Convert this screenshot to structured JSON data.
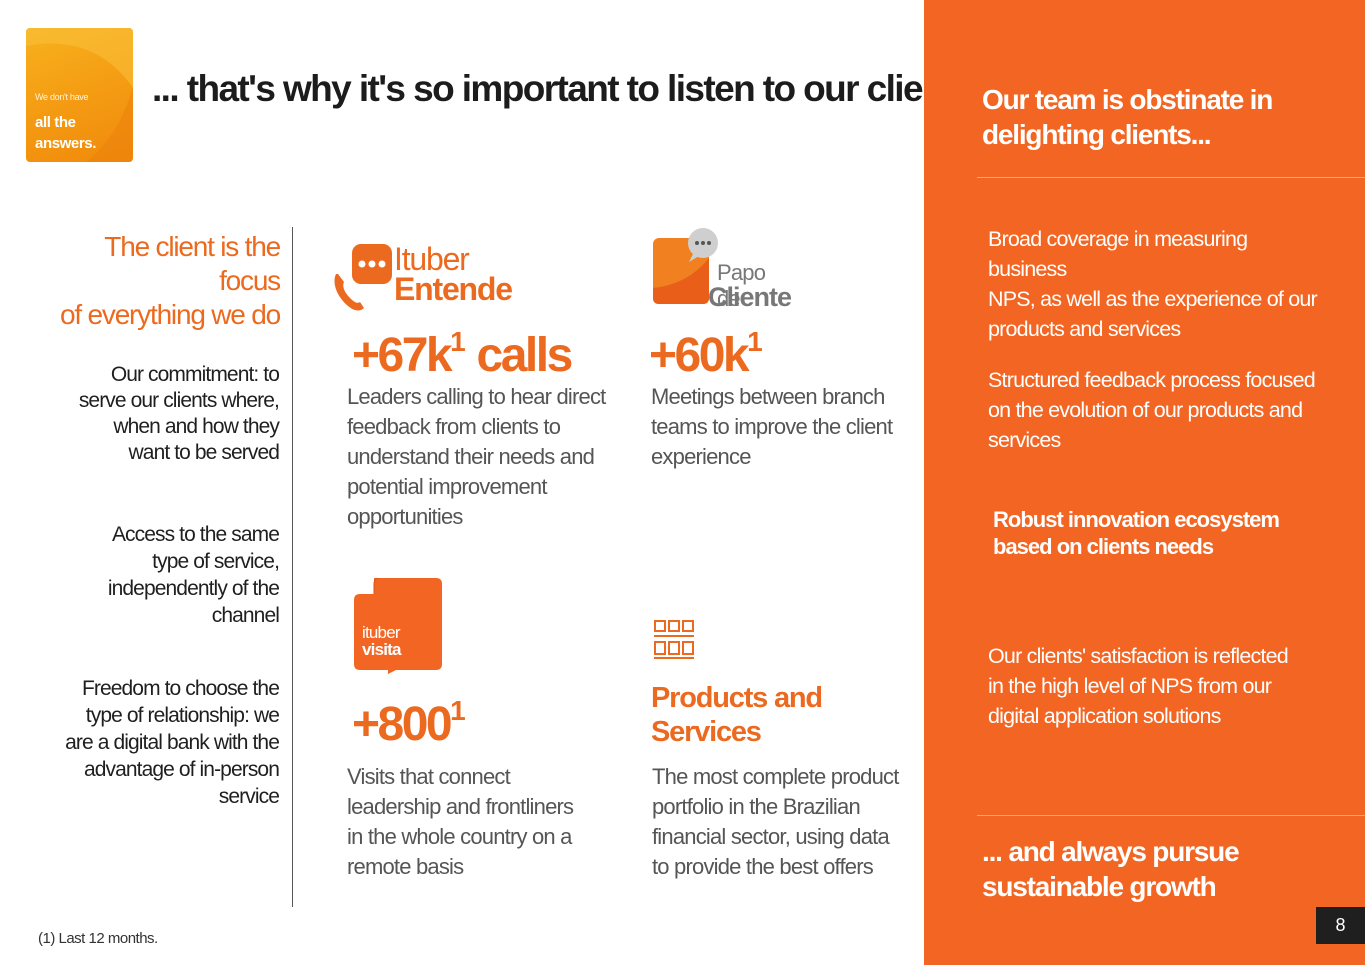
{
  "logo": {
    "small_text": "We don't have",
    "big_line1": "all the",
    "big_line2": "answers."
  },
  "headline": "... that's why it's so important to listen to our clients",
  "left": {
    "focus_line1": "The client is the focus",
    "focus_line2": "of everything we do",
    "commitment": [
      "Our commitment: to",
      "serve our clients where,",
      "when and how they",
      "want to be served"
    ],
    "access": [
      "Access to the same",
      "type of service,",
      "independently of the",
      "channel"
    ],
    "freedom": [
      "Freedom to choose the",
      "type of relationship: we",
      "are a digital bank with the",
      "advantage of in-person",
      "service"
    ]
  },
  "blocks": {
    "ituber_entende": {
      "logo_line1": "Ituber",
      "logo_line2": "Entende",
      "number": "+67k",
      "sup": "1",
      "unit": " calls",
      "desc": [
        "Leaders calling to hear direct",
        "feedback from clients to",
        "understand their needs and",
        "potential improvement",
        "opportunities"
      ]
    },
    "papo_cliente": {
      "logo_line1": "Papo de",
      "logo_line2": "Cliente",
      "number": "+60k",
      "sup": "1",
      "desc": [
        "Meetings between branch",
        "teams to improve the client",
        "experience"
      ]
    },
    "ituber_visita": {
      "logo_line1": "ituber",
      "logo_line2": "visita",
      "number": "+800",
      "sup": "1",
      "desc": [
        "Visits that connect",
        "leadership and frontliners",
        "in the whole country on a",
        "remote basis"
      ]
    },
    "products": {
      "title_line1": "Products and",
      "title_line2": "Services",
      "desc": [
        "The most complete product",
        "portfolio in the Brazilian",
        "financial sector, using data",
        "to provide the best offers"
      ]
    }
  },
  "panel": {
    "head_top": [
      "Our team is obstinate in",
      "delighting clients..."
    ],
    "item1": [
      "Broad coverage in measuring business",
      "NPS, as well as the experience of our",
      "products and services"
    ],
    "item2": [
      "Structured feedback process focused",
      "on the evolution of our products and",
      "services"
    ],
    "item3": [
      "Robust innovation ecosystem",
      "based on clients needs"
    ],
    "item4": [
      "Our clients' satisfaction is reflected",
      "in the high level of NPS from our",
      "digital application solutions"
    ],
    "head_bottom": [
      "... and always pursue",
      "sustainable growth"
    ]
  },
  "page_number": "8",
  "footnote": "(1) Last 12 months.",
  "colors": {
    "brand_orange": "#ec6a1f",
    "panel_orange": "#f26522",
    "logo_yellow": "#f7b21e"
  }
}
